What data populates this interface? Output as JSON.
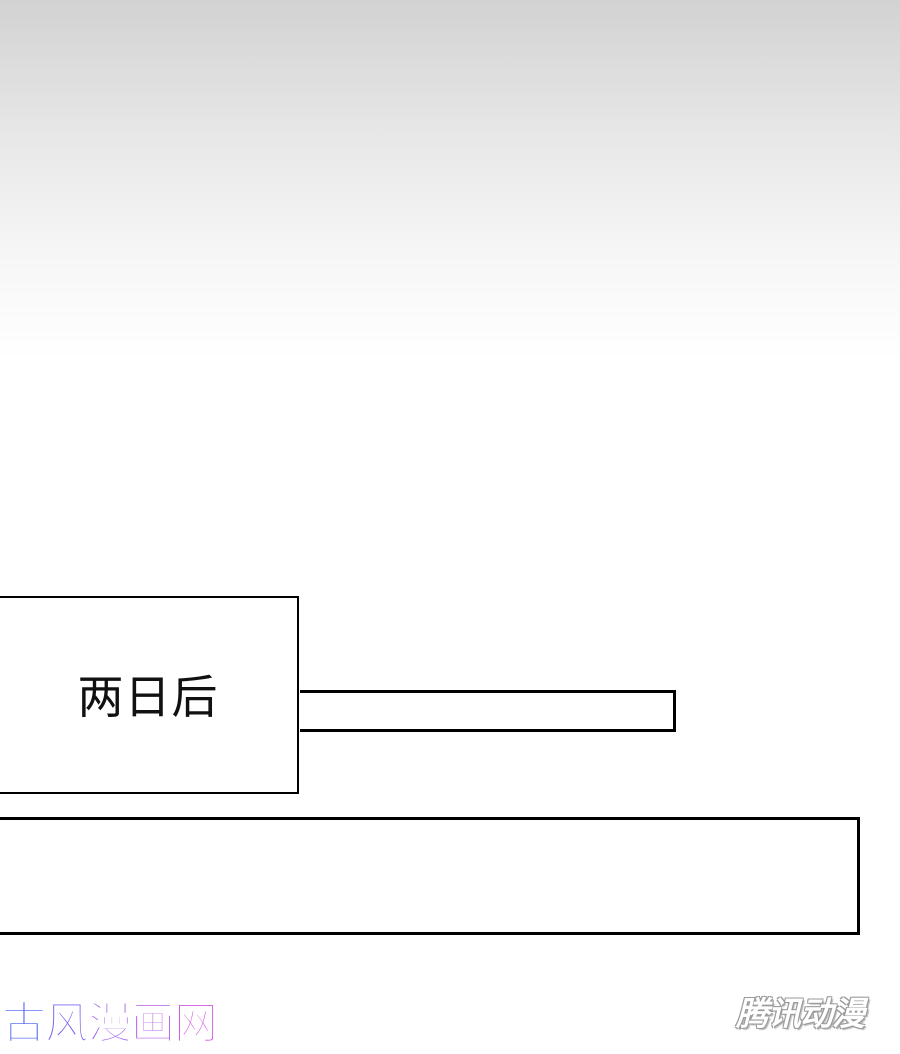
{
  "caption": {
    "text": "两日后"
  },
  "watermarks": {
    "left_logo": "古风漫画网",
    "left_logo_chars": [
      "古",
      "风",
      "漫",
      "画",
      "网"
    ],
    "left_logo_colors": [
      "#5b6cf2",
      "#7a63ef",
      "#9a5cec",
      "#b656e6",
      "#d04fe0"
    ],
    "right_logo": "腾讯动漫"
  },
  "colors": {
    "panel_border": "#000000",
    "page_background": "#ffffff",
    "sky_top": "#d2d2d2"
  }
}
